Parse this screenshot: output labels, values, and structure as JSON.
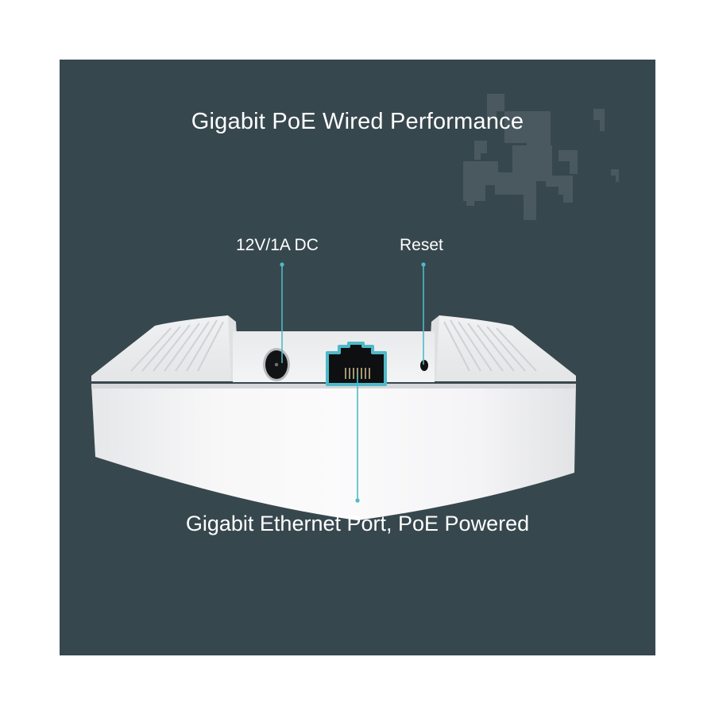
{
  "headline": "Gigabit PoE Wired Performance",
  "callouts": {
    "power": "12V/1A DC",
    "reset": "Reset",
    "ethernet": "Gigabit Ethernet Port, PoE Powered"
  },
  "colors": {
    "page_background": "#ffffff",
    "panel_background": "#37474e",
    "pattern_tile": "#4a5960",
    "accent_teal": "#4fb9c9",
    "device_white": "#f4f5f6",
    "text": "#ffffff"
  },
  "icons": {
    "power_port": "dc-power-jack-icon",
    "ethernet_port": "rj45-port-icon",
    "reset_hole": "reset-pinhole-icon"
  }
}
